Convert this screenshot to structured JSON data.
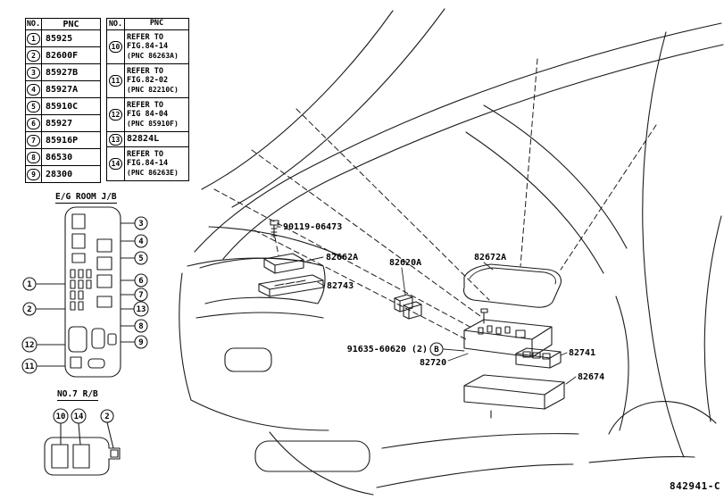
{
  "tables": {
    "left": {
      "header": {
        "no": "NO.",
        "pnc": "PNC"
      },
      "rows": [
        {
          "no": "1",
          "pnc": "85925"
        },
        {
          "no": "2",
          "pnc": "82600F"
        },
        {
          "no": "3",
          "pnc": "85927B"
        },
        {
          "no": "4",
          "pnc": "85927A"
        },
        {
          "no": "5",
          "pnc": "85910C"
        },
        {
          "no": "6",
          "pnc": "85927"
        },
        {
          "no": "7",
          "pnc": "85916P"
        },
        {
          "no": "8",
          "pnc": "86530"
        },
        {
          "no": "9",
          "pnc": "28300"
        }
      ]
    },
    "right": {
      "header": {
        "no": "NO.",
        "pnc": "PNC"
      },
      "rows": [
        {
          "no": "10",
          "lines": [
            "REFER TO",
            "FIG.84-14",
            "(PNC 86263A)"
          ]
        },
        {
          "no": "11",
          "lines": [
            "REFER TO",
            "FIG.82-02",
            "(PNC 82210C)"
          ]
        },
        {
          "no": "12",
          "lines": [
            "REFER TO",
            "FIG 84-04",
            "(PNC 85910F)"
          ]
        },
        {
          "no": "13",
          "lines": [
            "82824L"
          ]
        },
        {
          "no": "14",
          "lines": [
            "REFER TO",
            "FIG.84-14",
            "(PNC 86263E)"
          ]
        }
      ]
    }
  },
  "egjb": {
    "title": "E/G ROOM J/B",
    "callouts_right": [
      "3",
      "4",
      "5",
      "6",
      "7",
      "13",
      "8",
      "9"
    ],
    "callouts_left": [
      "1",
      "2",
      "12",
      "11"
    ]
  },
  "no7rb": {
    "title": "NO.7 R/B",
    "callouts": [
      "10",
      "14",
      "2"
    ]
  },
  "main": {
    "parts": [
      {
        "label": "90119-06473"
      },
      {
        "label": "82662A"
      },
      {
        "label": "82743"
      },
      {
        "label": "82620A"
      },
      {
        "label": "82672A"
      },
      {
        "label": "91635-60620 (2)"
      },
      {
        "label": "82720"
      },
      {
        "label": "82741"
      },
      {
        "label": "82674"
      }
    ],
    "bolt_marker": "B"
  },
  "footer": {
    "code": "842941-C"
  }
}
